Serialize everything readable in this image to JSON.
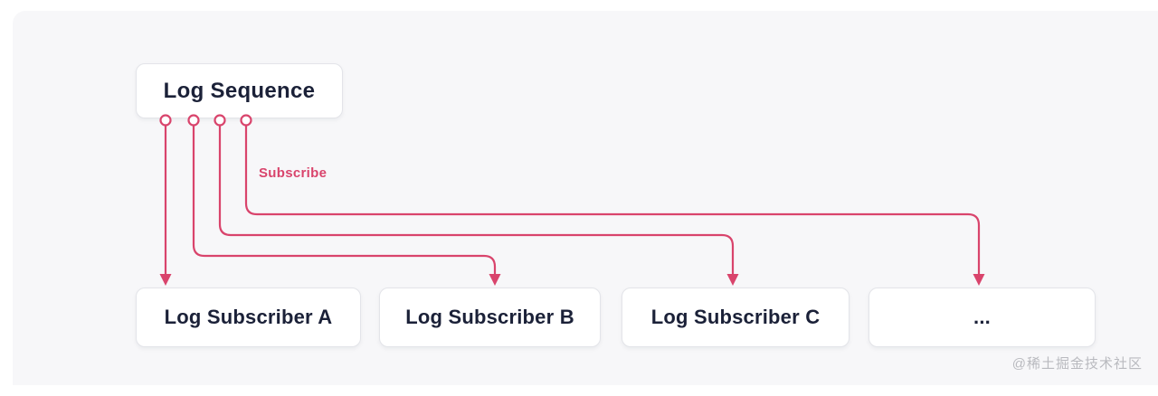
{
  "diagram": {
    "accent_color": "#d9446c",
    "background_color": "#f7f7f9",
    "source_node": {
      "label": "Log Sequence"
    },
    "edge_label": "Subscribe",
    "subscribers": [
      {
        "label": "Log Subscriber A"
      },
      {
        "label": "Log Subscriber B"
      },
      {
        "label": "Log Subscriber C"
      },
      {
        "label": "..."
      }
    ],
    "watermark": "@稀土掘金技术社区"
  }
}
